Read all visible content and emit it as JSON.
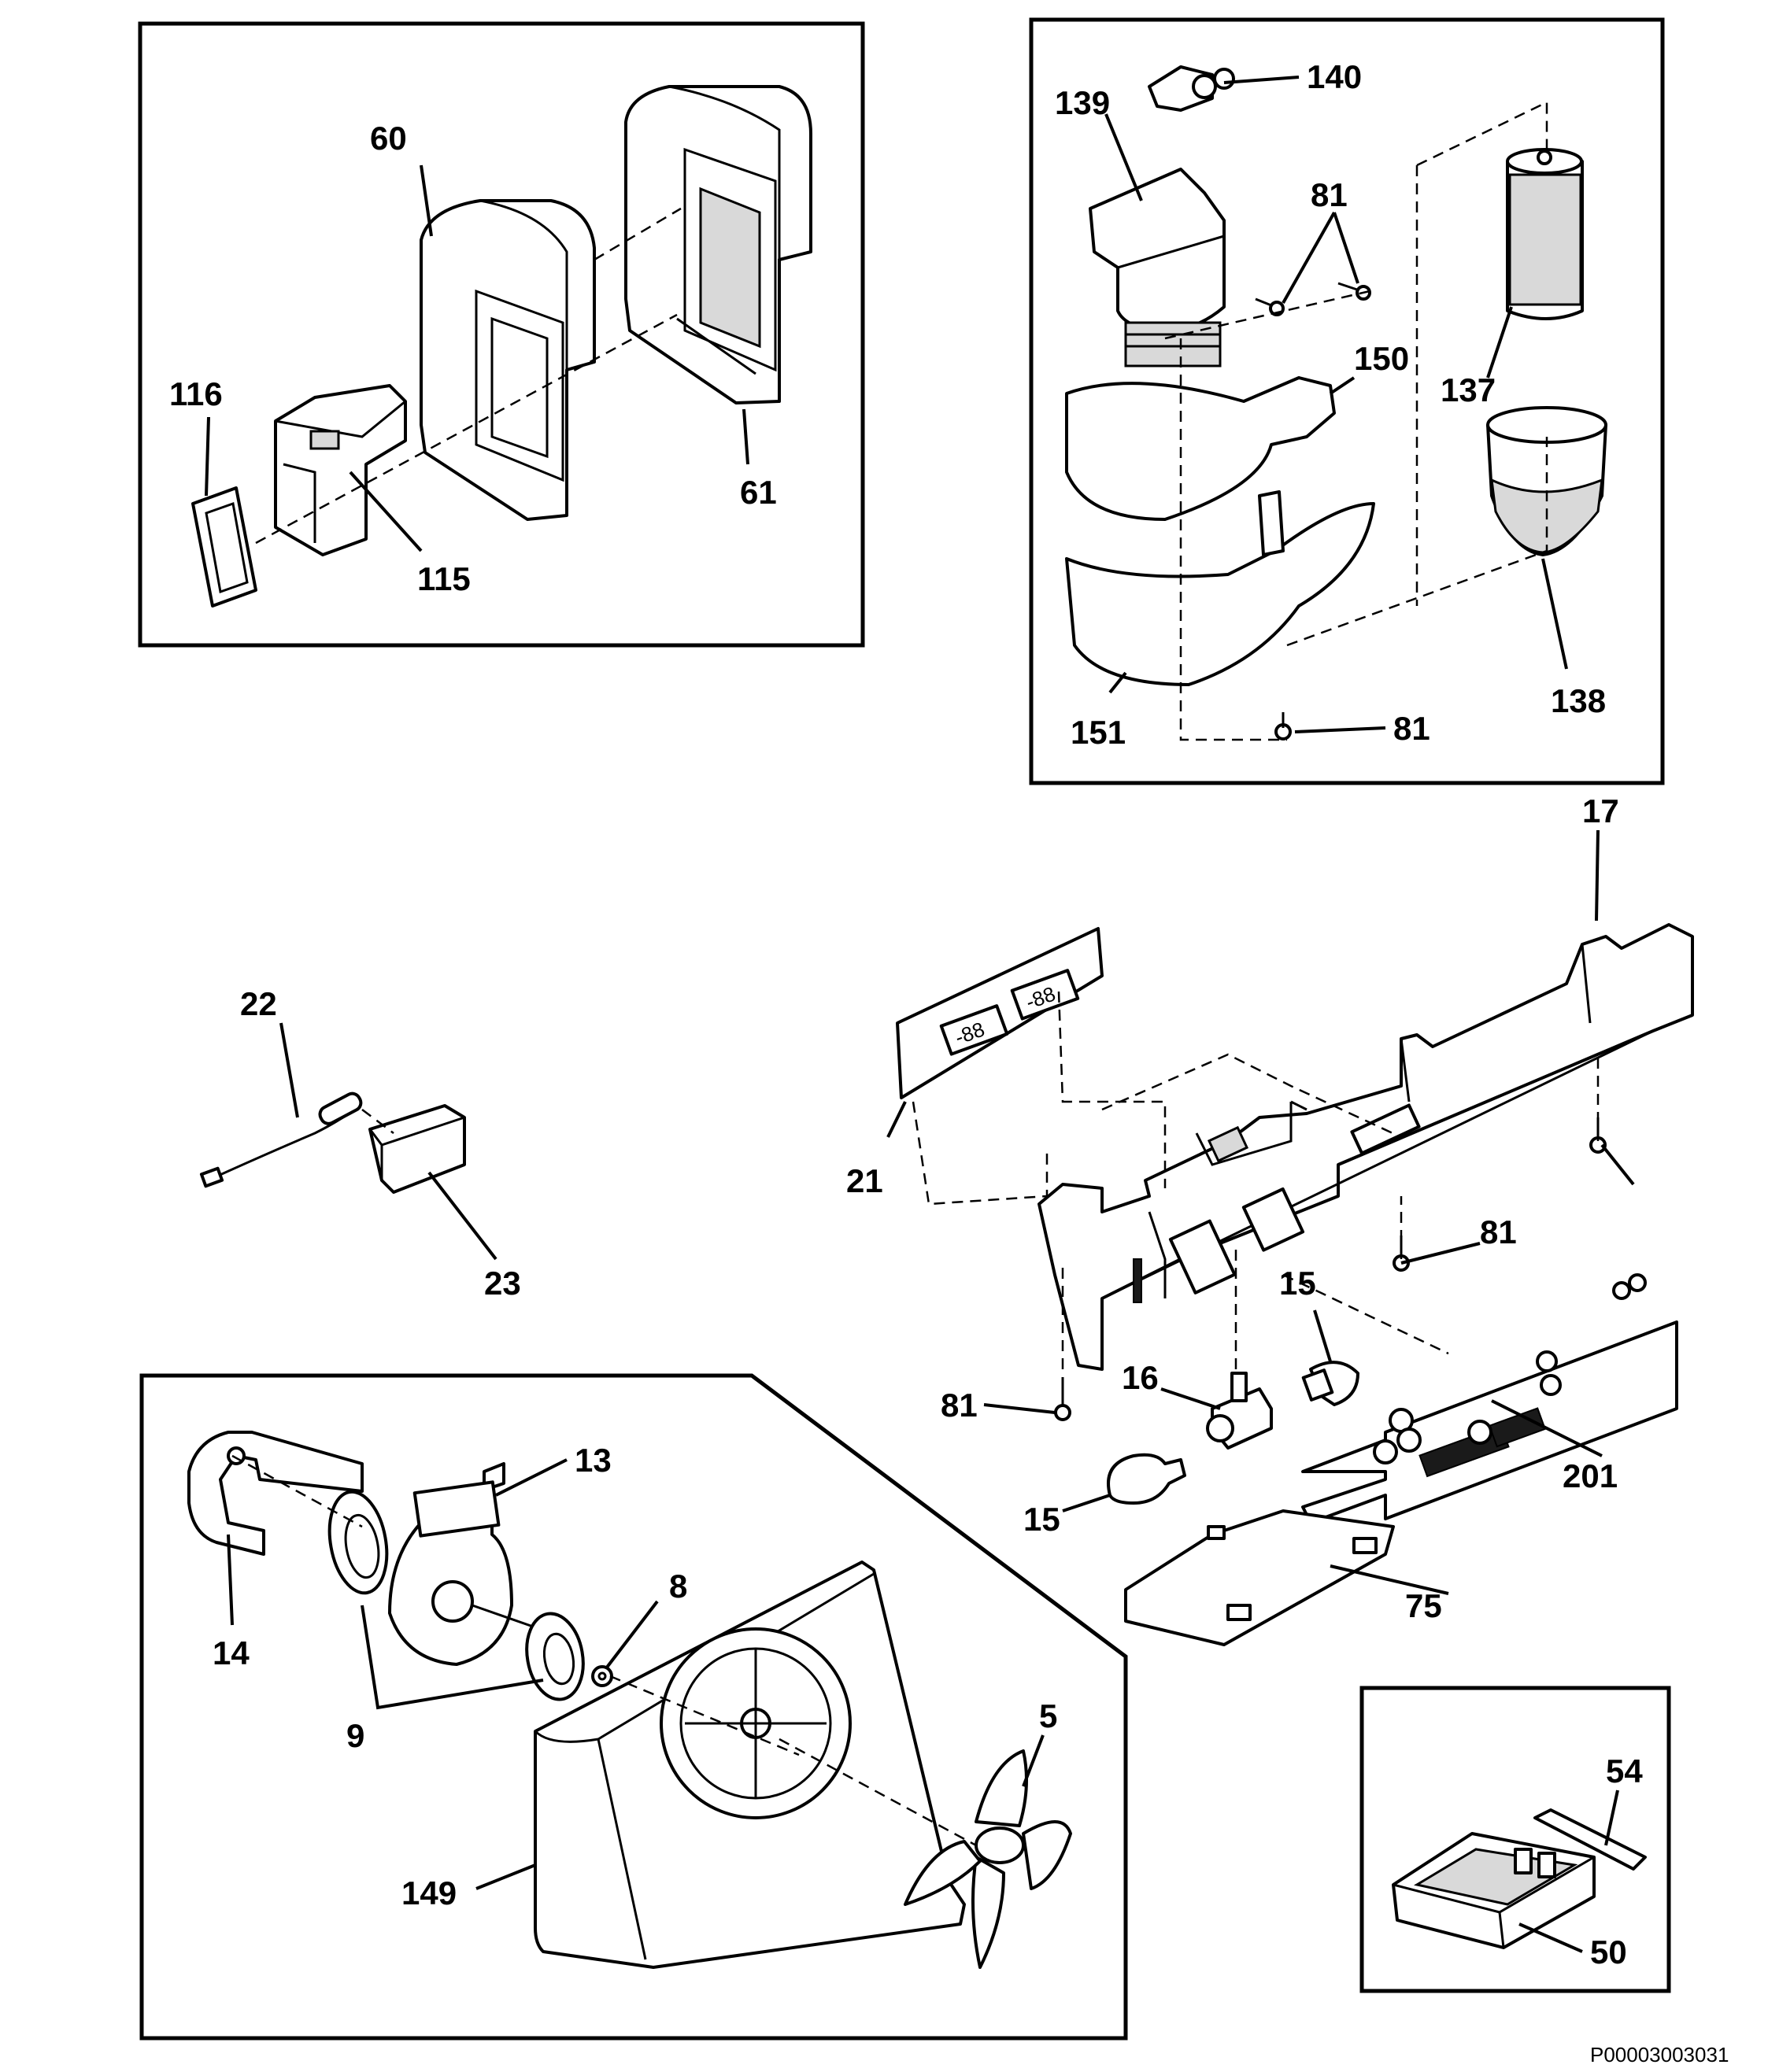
{
  "callouts": {
    "c60": "60",
    "c61": "61",
    "c116": "116",
    "c115": "115",
    "c140": "140",
    "c139": "139",
    "c81a": "81",
    "c150": "150",
    "c137": "137",
    "c138": "138",
    "c151": "151",
    "c81b": "81",
    "c17": "17",
    "c22": "22",
    "c23": "23",
    "c21": "21",
    "c81c": "81",
    "c15a": "15",
    "c16": "16",
    "c81d": "81",
    "c15b": "15",
    "c201": "201",
    "c75": "75",
    "c13": "13",
    "c14": "14",
    "c8": "8",
    "c9": "9",
    "c5": "5",
    "c149": "149",
    "c54": "54",
    "c50": "50"
  },
  "display_readout": "-88",
  "image_code": "P00003003031"
}
